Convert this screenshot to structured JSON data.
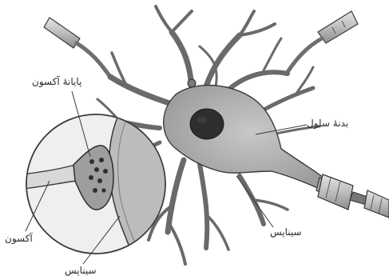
{
  "figure": {
    "labels": {
      "axon_terminal": "پایانهٔ آکسون",
      "cell_body": "بدنهٔ سلول",
      "synapse_main": "سیناپس",
      "axon": "آکسون",
      "synapse_inset": "سیناپس"
    },
    "colors": {
      "cell_fill": "#b8b8b8",
      "cell_stroke": "#3a3a3a",
      "nucleus": "#2e2e2e",
      "inset_bg": "#eeeeee",
      "terminal_fill": "#9e9e9e",
      "vesicle": "#333333",
      "axon_fill": "#d8d8d8",
      "axon_band": "#8a8a8a"
    }
  }
}
